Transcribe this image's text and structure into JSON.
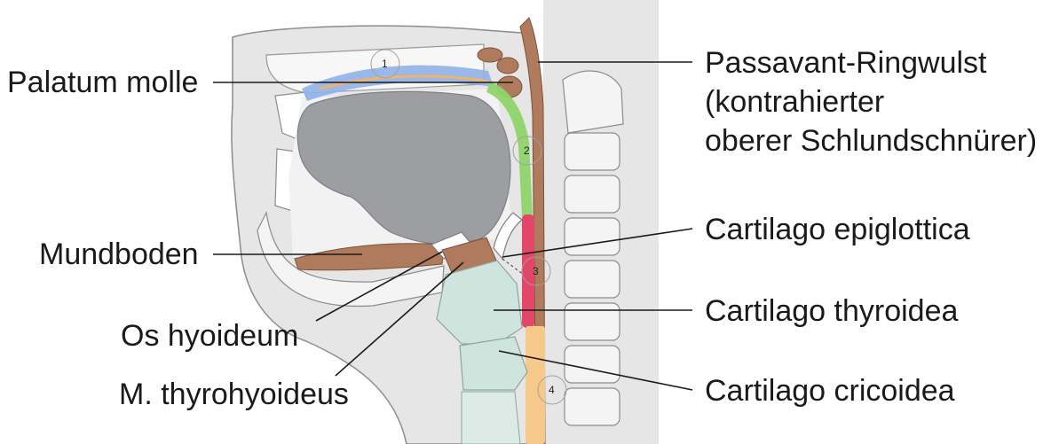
{
  "labels": {
    "palatum_molle": "Palatum molle",
    "mundboden": "Mundboden",
    "os_hyoideum": "Os hyoideum",
    "m_thyrohyoideus": "M. thyrohyoideus",
    "passavant_line1": "Passavant-Ringwulst",
    "passavant_line2": "(kontrahierter",
    "passavant_line3": "oberer Schlundschnürer)",
    "cartilago_epiglottica": "Cartilago epiglottica",
    "cartilago_thyroidea": "Cartilago thyroidea",
    "cartilago_cricoidea": "Cartilago cricoidea"
  },
  "markers": [
    "1",
    "2",
    "3",
    "4"
  ],
  "colors": {
    "background_gray": "#e3e3e3",
    "soft_tissue_light": "#f1f1f1",
    "outline": "#8c8c8c",
    "tongue": "#9c9ea2",
    "muscle_brown": "#b07a5c",
    "cartilage_green": "#cfe4dc",
    "segment_1_blue": "#8fb0e8",
    "segment_2_green": "#8fd46a",
    "segment_3_red": "#e2476a",
    "segment_4_orange": "#f6c98a"
  }
}
